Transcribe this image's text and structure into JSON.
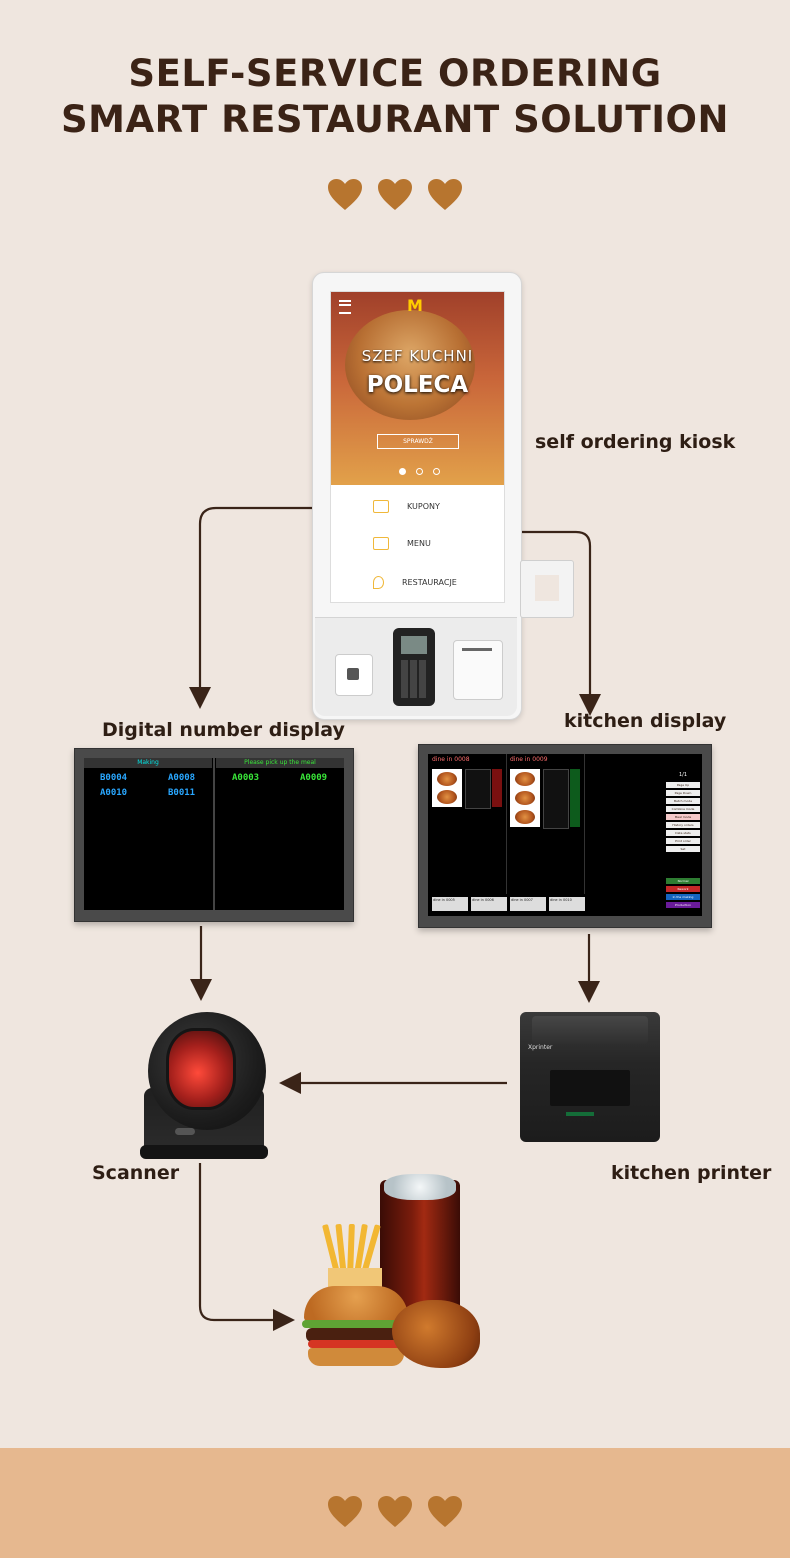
{
  "title": {
    "line1": "SELF-SERVICE ORDERING",
    "line2": "SMART RESTAURANT SOLUTION"
  },
  "colors": {
    "background": "#efe6df",
    "title": "#3b2316",
    "heart": "#b7752f",
    "arrow": "#3a2418",
    "footer": "#e6b88f"
  },
  "icons": [
    "heart-icon",
    "arrow-icon"
  ],
  "nodes": {
    "kiosk": "self ordering kiosk",
    "number_display": "Digital number display",
    "kitchen_display": "kitchen display",
    "scanner": "Scanner",
    "printer": "kitchen printer"
  },
  "kiosk_screen": {
    "brand": "M",
    "promo_line1": "SZEF KUCHNI",
    "promo_line2": "POLECA",
    "promo_button": "SPRAWDŹ",
    "menu": [
      "KUPONY",
      "MENU",
      "RESTAURACJE"
    ]
  },
  "number_display": {
    "left_header": "Making",
    "right_header": "Please pick up the meal",
    "making": [
      "B0004",
      "A0008",
      "A0010",
      "B0011"
    ],
    "ready": [
      "A0003",
      "A0009"
    ]
  },
  "kitchen_display": {
    "order1": "dine in 0008",
    "order2": "dine in 0009",
    "page": "1/1",
    "side_buttons": [
      "Page Up",
      "Page Down",
      "Batch mode",
      "Combine mode",
      "Meal mode",
      "History orders",
      "Data stats",
      "Print order",
      "Set"
    ],
    "status_buttons": [
      "Normal",
      "Rework",
      "In the making",
      "Production"
    ],
    "footer_items": [
      "dine in 0005",
      "dine in 0006",
      "dine in 0007",
      "dine in 0010"
    ]
  },
  "printer_brand": "Xprinter"
}
